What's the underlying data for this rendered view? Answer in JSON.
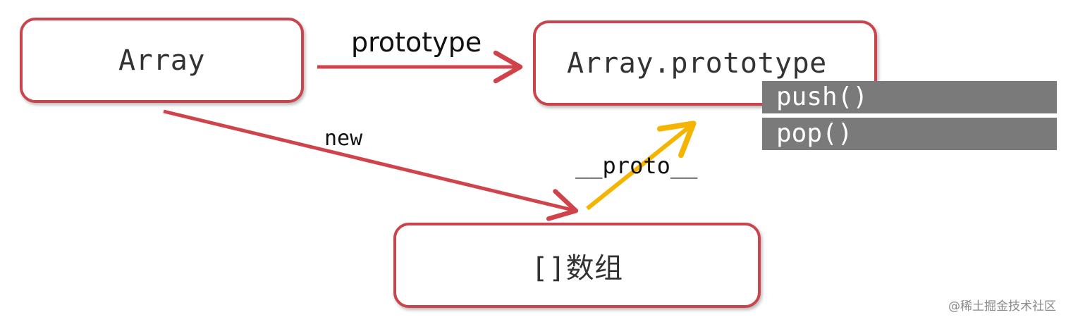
{
  "nodes": {
    "array": "Array",
    "array_prototype": "Array.prototype",
    "array_instance": "[]数组"
  },
  "methods": [
    "push()",
    "pop()"
  ],
  "edges": {
    "prototype": "prototype",
    "new": "new",
    "proto_link": "__proto__"
  },
  "colors": {
    "box_border": "#c9444c",
    "red_arrow": "#d0434b",
    "yellow_arrow": "#f5b400",
    "method_bg": "#7a7a7a"
  },
  "watermark": "@稀土掘金技术社区"
}
